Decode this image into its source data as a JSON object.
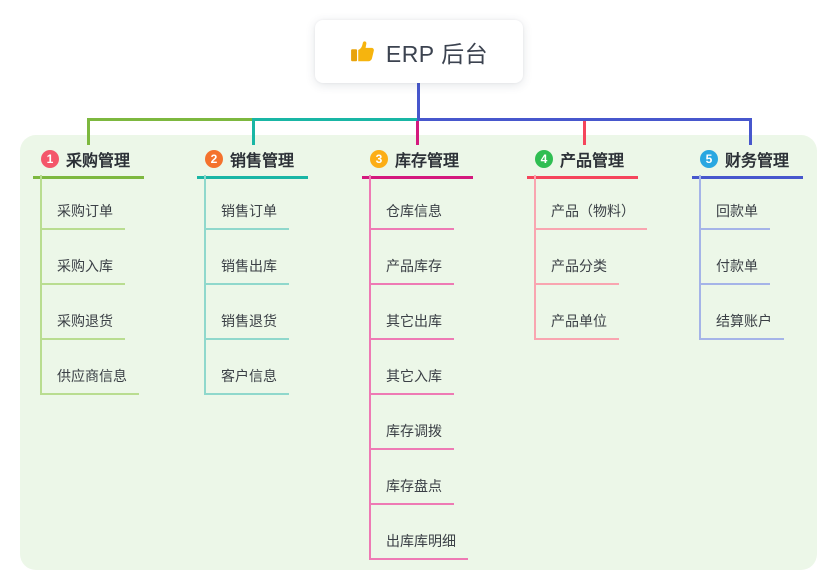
{
  "root": {
    "label": "ERP 后台",
    "icon": "thumbs-up-icon",
    "accent_color": "#4757cd"
  },
  "panel": {
    "background": "#ecf7e8"
  },
  "branches": [
    {
      "index": "1",
      "label": "采购管理",
      "badge_color": "#f4566a",
      "line_color": "#7db83f",
      "light_line_color": "#b9dd90",
      "subs": [
        "采购订单",
        "采购入库",
        "采购退货",
        "供应商信息"
      ]
    },
    {
      "index": "2",
      "label": "销售管理",
      "badge_color": "#f4722d",
      "line_color": "#19b6a5",
      "light_line_color": "#8fd8cc",
      "subs": [
        "销售订单",
        "销售出库",
        "销售退货",
        "客户信息"
      ]
    },
    {
      "index": "3",
      "label": "库存管理",
      "badge_color": "#fcae16",
      "line_color": "#d4197e",
      "light_line_color": "#ee7ab4",
      "subs": [
        "仓库信息",
        "产品库存",
        "其它出库",
        "其它入库",
        "库存调拨",
        "库存盘点",
        "出库库明细"
      ]
    },
    {
      "index": "4",
      "label": "产品管理",
      "badge_color": "#2fbe52",
      "line_color": "#f5455c",
      "light_line_color": "#f9a5b0",
      "subs": [
        "产品（物料）",
        "产品分类",
        "产品单位"
      ]
    },
    {
      "index": "5",
      "label": "财务管理",
      "badge_color": "#29a7e1",
      "line_color": "#4757cd",
      "light_line_color": "#a5b4e8",
      "subs": [
        "回款单",
        "付款单",
        "结算账户"
      ]
    }
  ]
}
